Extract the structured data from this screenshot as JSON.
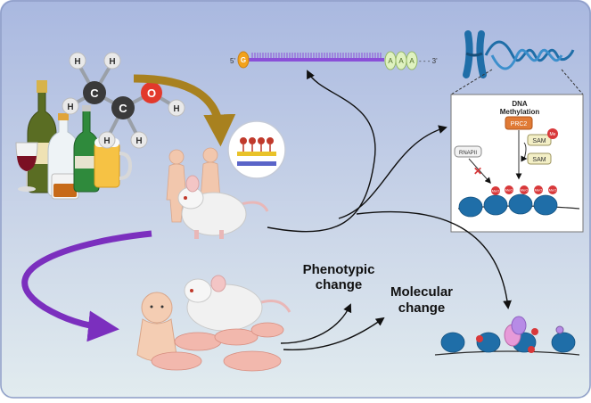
{
  "molecule": {
    "atoms": {
      "carbon_1": "C",
      "carbon_2": "C",
      "oxygen": "O",
      "hydrogens": [
        "H",
        "H",
        "H",
        "H",
        "H",
        "H"
      ]
    },
    "colors": {
      "carbon": "#3a3a3a",
      "oxygen": "#e2392c",
      "hydrogen": "#e9e9e9"
    }
  },
  "mrna": {
    "five_prime": "5'",
    "cap": "G",
    "polya": [
      "A",
      "A",
      "A"
    ],
    "tail_end": "- - - 3'",
    "colors": {
      "strand": "#8a4fd8",
      "cap": "#f3a21b",
      "polya": "#dff2c0"
    }
  },
  "methylation_panel": {
    "title_line1": "DNA",
    "title_line2": "Methylation",
    "prc2": "PRC2",
    "sam_upper": "SAM",
    "me_tag": "Me",
    "sam_lower": "SAM",
    "rnapii": "RNAPII",
    "methyl_marks": [
      "MeO",
      "MeO",
      "MeO",
      "MeO",
      "MeO"
    ]
  },
  "labels": {
    "phenotypic_line1": "Phenotypic",
    "phenotypic_line2": "change",
    "molecular_line1": "Molecular",
    "molecular_line2": "change"
  },
  "colors": {
    "background_top": "#a9b8e0",
    "background_bottom": "#dfe9ef",
    "gold_arrow": "#a8811f",
    "purple_arrow": "#7b2fbe",
    "nucleosome": "#1f6ea8",
    "methyl_mark": "#d8383a"
  }
}
